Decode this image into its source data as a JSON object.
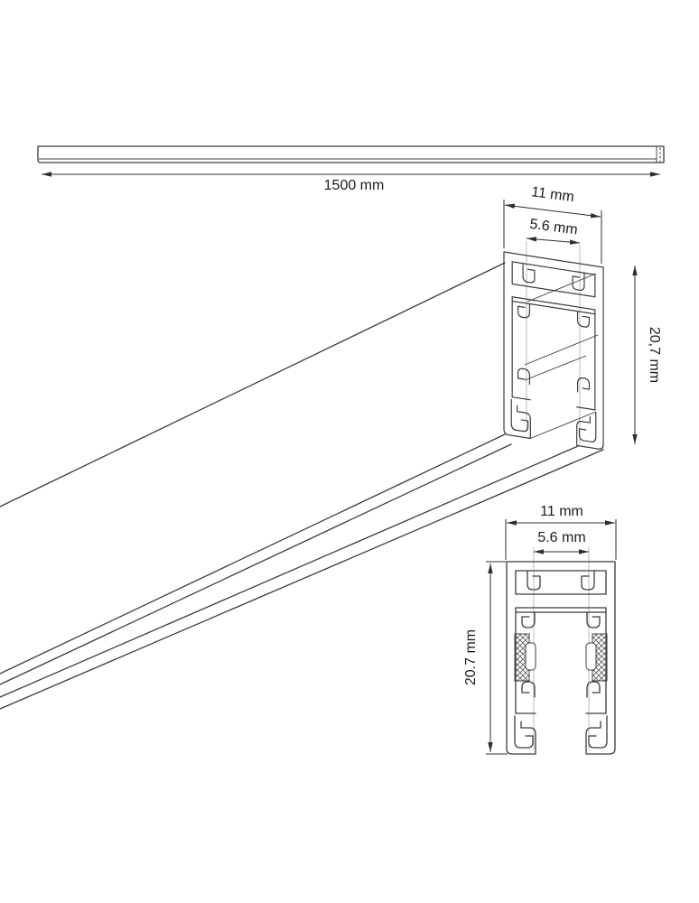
{
  "drawing": {
    "side_view": {
      "length_label": "1500 mm"
    },
    "perspective_section": {
      "width_label": "11 mm",
      "slot_label": "5.6 mm",
      "height_label": "20,7 mm"
    },
    "front_section": {
      "width_label": "11 mm",
      "slot_label": "5.6 mm",
      "height_label": "20.7 mm"
    }
  },
  "colors": {
    "outline": "#3c3c3c",
    "dimension": "#2e2e2e",
    "construction": "#b5b5b5",
    "paper": "#ffffff"
  }
}
